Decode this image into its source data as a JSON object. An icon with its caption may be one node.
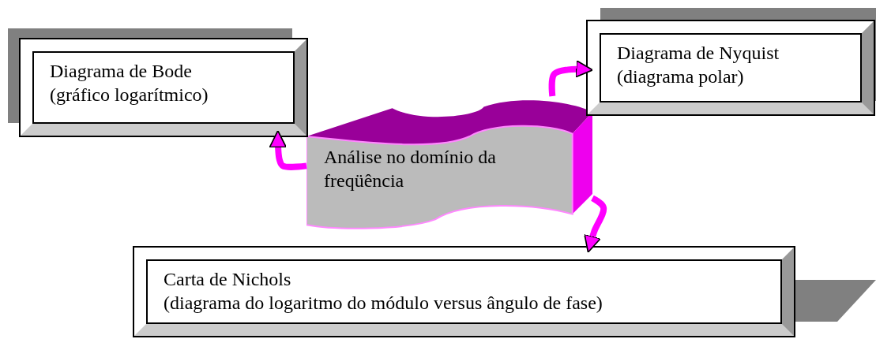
{
  "diagram": {
    "nodes": [
      {
        "text": [
          "Análise no domínio da freqüência"
        ]
      },
      {
        "text": [
          "Diagrama de Bode",
          "(gráfico logarítmico)"
        ]
      },
      {
        "text": [
          "Diagrama de Nyquist",
          "(diagrama polar)"
        ]
      },
      {
        "text": [
          "Carta de Nichols",
          "(diagrama do logaritmo do módulo versus ângulo de fase)"
        ]
      }
    ],
    "edges": [
      {
        "from": 0,
        "to": 1,
        "arrow": "to"
      },
      {
        "from": 0,
        "to": 2,
        "arrow": "to"
      },
      {
        "from": 0,
        "to": 3,
        "arrow": "to"
      }
    ]
  }
}
